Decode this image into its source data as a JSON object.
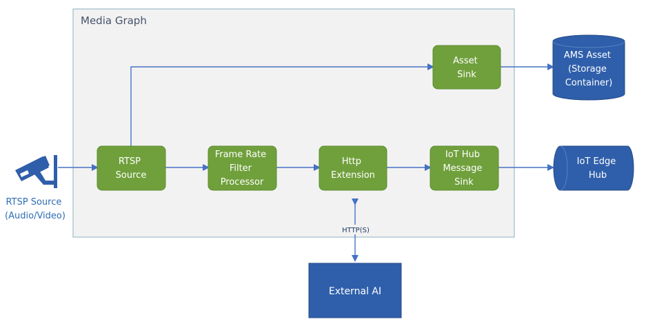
{
  "container": {
    "label": "Media Graph"
  },
  "source": {
    "label_lines": [
      "RTSP Source",
      "(Audio/Video)"
    ]
  },
  "nodes": {
    "rtsp_source": [
      "RTSP",
      "Source"
    ],
    "frame_rate": [
      "Frame Rate",
      "Filter",
      "Processor"
    ],
    "http_extension": [
      "Http",
      "Extension"
    ],
    "iot_hub_sink": [
      "IoT Hub",
      "Message",
      "Sink"
    ],
    "asset_sink": [
      "Asset",
      "Sink"
    ]
  },
  "ams_asset": [
    "AMS Asset",
    "(Storage",
    "Container)"
  ],
  "iot_edge_hub": [
    "IoT Edge",
    "Hub"
  ],
  "external_ai": {
    "label": "External AI"
  },
  "http_label": "HTTP(S)",
  "colors": {
    "node_green": "#70a03c",
    "node_border": "#5e8c30",
    "blue_shape": "#2f5faa",
    "connector": "#4472c4",
    "container_fill": "#f2f2f2",
    "container_border": "#9dbcc9"
  },
  "icons": {
    "camera": "security-camera-icon"
  }
}
